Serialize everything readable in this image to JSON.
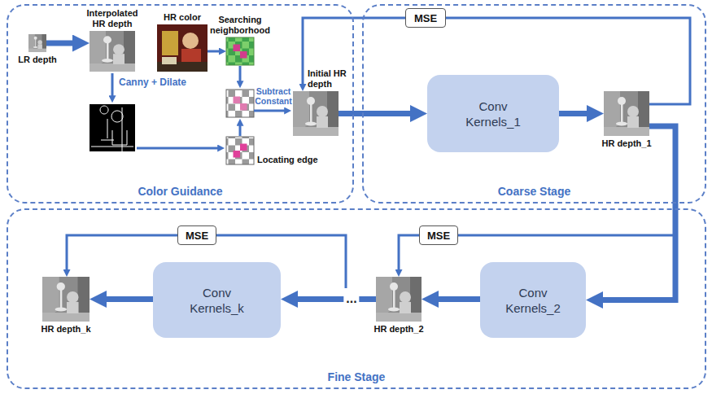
{
  "diagram": {
    "nodes": [
      {
        "text": [
          "Color Guidance"
        ]
      },
      {
        "text": [
          "Coarse Stage"
        ]
      },
      {
        "text": [
          "Fine Stage"
        ]
      },
      {
        "text": [
          "LR depth"
        ],
        "in": 0
      },
      {
        "text": [
          "Interpolated HR depth"
        ],
        "in": 0
      },
      {
        "text": [
          "HR color"
        ],
        "in": 0
      },
      {
        "text": [
          "Searching neighborhood"
        ],
        "in": 0
      },
      {
        "text": [
          "Locating edge"
        ],
        "in": 0
      },
      {
        "text": [
          "Initial HR depth"
        ],
        "in": 0
      },
      {
        "text": [
          "MSE"
        ],
        "in": 1
      },
      {
        "text": [
          "Conv Kernels_1"
        ],
        "in": 1
      },
      {
        "text": [
          "HR depth_1"
        ],
        "in": 1
      },
      {
        "text": [
          "MSE"
        ],
        "in": 2
      },
      {
        "text": [
          "MSE"
        ],
        "in": 2
      },
      {
        "text": [
          "HR depth_k"
        ],
        "in": 2
      },
      {
        "text": [
          "Conv Kernels_k"
        ],
        "in": 2
      },
      {
        "text": [
          "HR depth_2"
        ],
        "in": 2
      },
      {
        "text": [
          "Conv Kernels_2"
        ],
        "in": 2
      }
    ],
    "edges": [
      {
        "from": 3,
        "to": 4,
        "arrow": "to"
      },
      {
        "from": 5,
        "to": 6,
        "arrow": "to"
      },
      {
        "from": 8,
        "to": 10,
        "arrow": "to"
      },
      {
        "from": 10,
        "to": 11,
        "arrow": "to"
      },
      {
        "from": 11,
        "to": 9,
        "arrow": "none"
      },
      {
        "from": 9,
        "to": 8,
        "arrow": "to"
      },
      {
        "from": 11,
        "to": 17,
        "arrow": "to"
      },
      {
        "from": 11,
        "to": 13,
        "arrow": "none"
      },
      {
        "from": 13,
        "to": 16,
        "arrow": "to"
      },
      {
        "from": 17,
        "to": 16,
        "arrow": "to"
      },
      {
        "from": 16,
        "to": 15,
        "label": "...",
        "arrow": "to"
      },
      {
        "from": 15,
        "to": 14,
        "arrow": "to"
      },
      {
        "from": 12,
        "to": 14,
        "arrow": "to"
      }
    ],
    "labels": [
      "Canny + Dilate",
      "Subtract Constant"
    ]
  }
}
